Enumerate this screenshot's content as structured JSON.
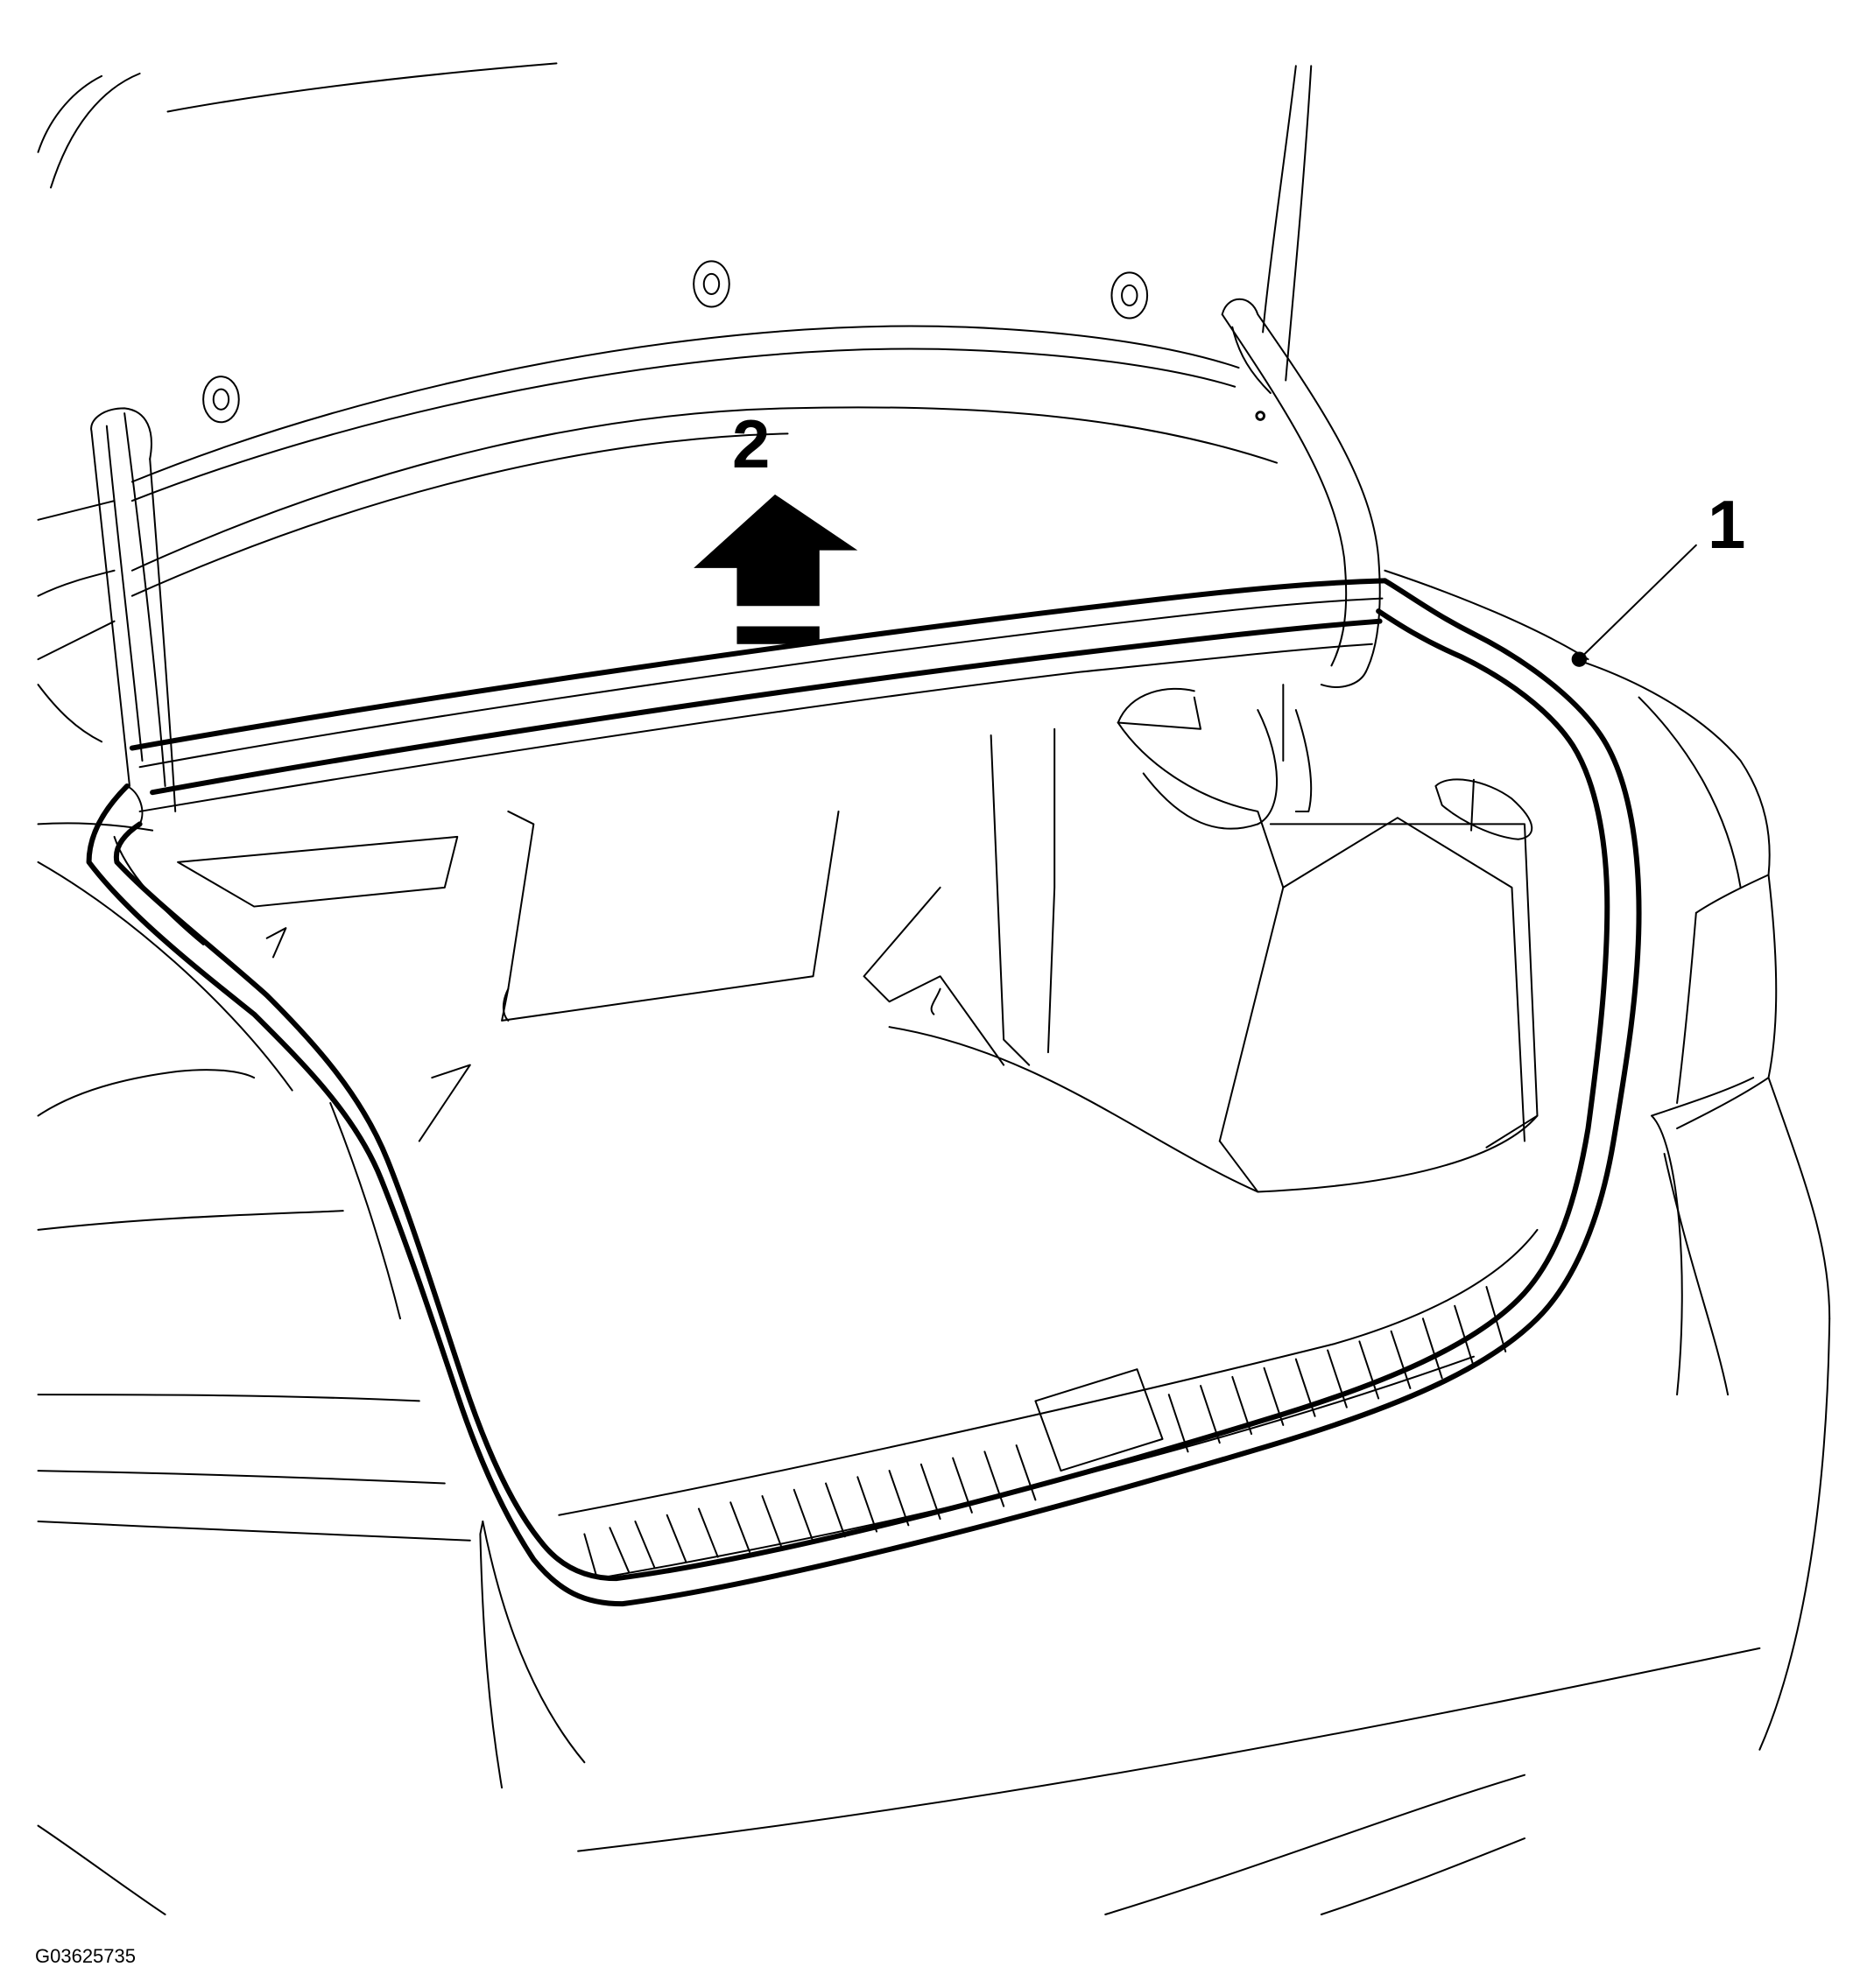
{
  "callouts": {
    "seal": "1",
    "direction": "2"
  },
  "figure_id": "G03625735",
  "colors": {
    "line": "#000000",
    "background": "#ffffff"
  }
}
